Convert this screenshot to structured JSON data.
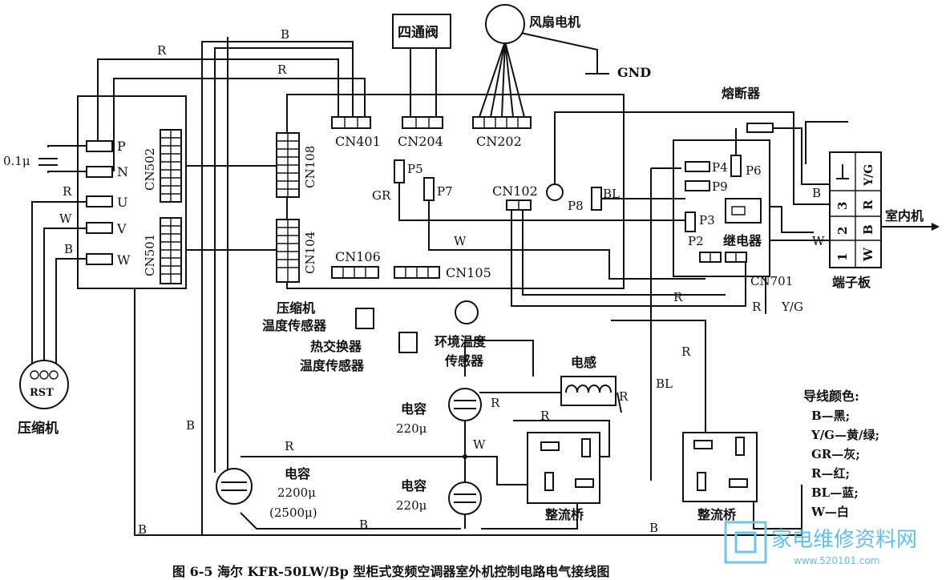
{
  "caption": "图 6-5    海尔 KFR-50LW/Bp 型柜式变频空调器室外机控制电路电气接线图",
  "connectors": {
    "cn502": "CN502",
    "cn501": "CN501",
    "cn108": "CN108",
    "cn104": "CN104",
    "cn401": "CN401",
    "cn204": "CN204",
    "cn202": "CN202",
    "cn106": "CN106",
    "cn105": "CN105",
    "cn102": "CN102",
    "cn701": "CN701"
  },
  "pins": {
    "p": "P",
    "n": "N",
    "u": "U",
    "v": "V",
    "w": "W",
    "p5": "P5",
    "p7": "P7",
    "p8": "P8",
    "p4": "P4",
    "p6": "P6",
    "p9": "P9",
    "p3": "P3",
    "p2": "P2"
  },
  "components": {
    "four_way_valve": "四通阀",
    "fan_motor": "风扇电机",
    "gnd": "GND",
    "fuse": "熔断器",
    "relay": "继电器",
    "terminal_board": "端子板",
    "indoor_unit": "室内机",
    "compressor": "压缩机",
    "compressor_rst": "RST",
    "compressor_temp_sensor_1": "压缩机",
    "compressor_temp_sensor_2": "温度传感器",
    "heat_exchanger_sensor_1": "热交换器",
    "heat_exchanger_sensor_2": "温度传感器",
    "ambient_sensor_1": "环境温度",
    "ambient_sensor_2": "传感器",
    "inductor": "电感",
    "cap_small": "0.1μ",
    "cap_220_top_label": "电容",
    "cap_220_top_value": "220μ",
    "cap_220_bottom_label": "电容",
    "cap_220_bottom_value": "220μ",
    "cap_2200_label": "电容",
    "cap_2200_value": "2200μ",
    "cap_2200_alt": "(2500μ)",
    "rectifier_1": "整流桥",
    "rectifier_2": "整流桥"
  },
  "terminal_rows": [
    "Y/G",
    "R",
    "B",
    "W"
  ],
  "terminal_nums": [
    "3",
    "2",
    "1"
  ],
  "wire_labels": {
    "b_top": "B",
    "r_top1": "R",
    "r_top2": "R",
    "r_u": "R",
    "w_v": "W",
    "b_w": "B",
    "gr": "GR",
    "w_mid": "W",
    "bl_p8": "BL",
    "b_term": "B",
    "w_term": "W",
    "r_cn701": "R",
    "r_cn701b": "R",
    "yg_cn701": "Y/G",
    "r_down": "R",
    "bl_down": "BL",
    "r_ind_l": "R",
    "r_ind_r": "R",
    "r_bridge": "R",
    "w_node": "W",
    "r_cap2200": "R",
    "b_left": "B",
    "b_bot1": "B",
    "b_bot2": "B",
    "b_bot3": "B"
  },
  "legend": {
    "title": "导线颜色:",
    "items": [
      "B—黑;",
      "Y/G—黄/绿;",
      "GR—灰;",
      "R—红;",
      "BL—蓝;",
      "W—白"
    ]
  },
  "watermark": {
    "brand": "家电维修资料网",
    "url": "www.520101.com"
  }
}
